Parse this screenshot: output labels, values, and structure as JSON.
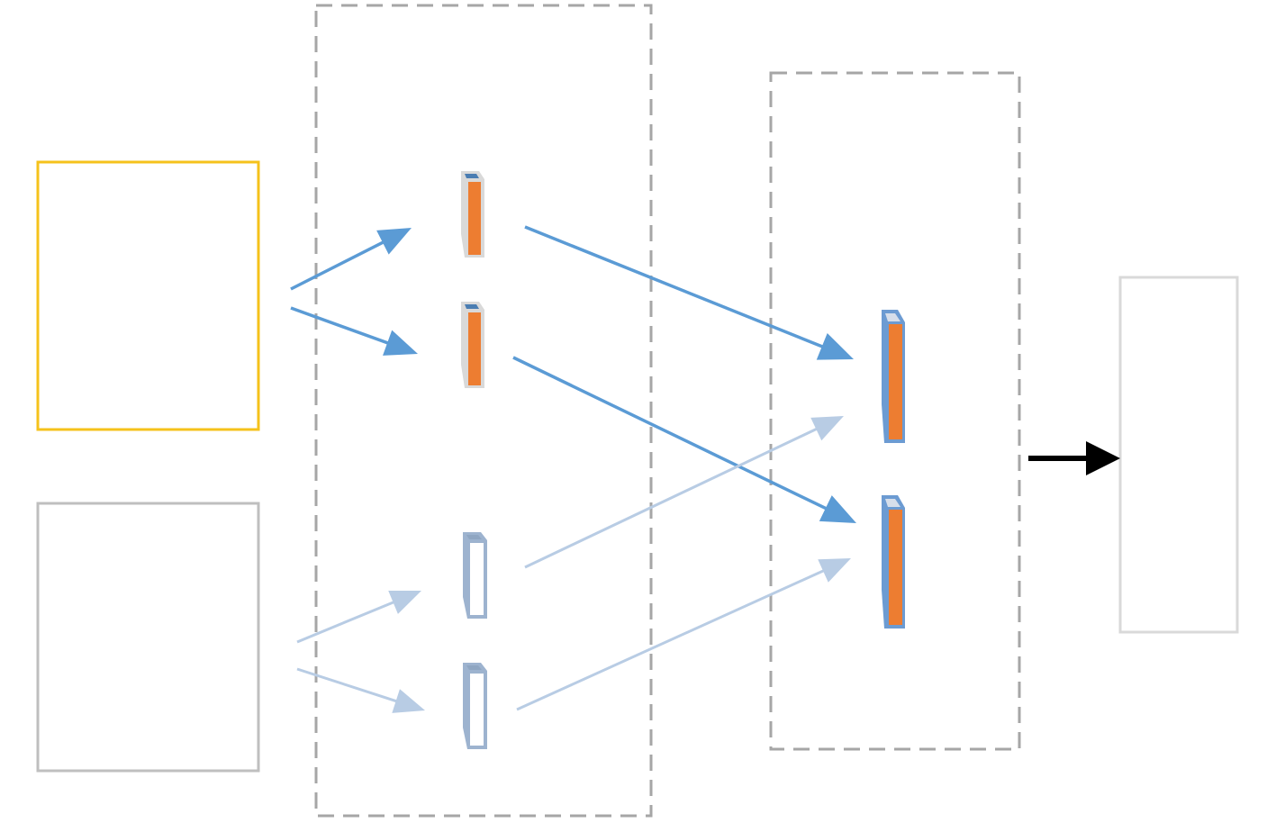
{
  "colors": {
    "active_input_border": "#F5C21B",
    "inactive_input_border": "#BFBFBF",
    "output_border": "#D9D9D9",
    "group_border": "#A6A6A6",
    "active_arrow": "#5B9BD5",
    "inactive_arrow": "#B8CCE4",
    "feature_fill": "#ED7D31",
    "feature_shell": "#D9D9D9",
    "feature_cap": "#4A7DB2",
    "inactive_feature_border": "#9DB3CF",
    "fused_border": "#6C9BD2",
    "fused_cap": "#D6DEEA",
    "output_arrow": "#000000"
  },
  "components": {
    "input_boxes": [
      {
        "name": "active-input-box",
        "state": "active"
      },
      {
        "name": "inactive-input-box",
        "state": "inactive"
      }
    ],
    "group_boxes": [
      {
        "name": "feature-extraction-group"
      },
      {
        "name": "fusion-group"
      }
    ],
    "feature_bars": [
      {
        "name": "active-feature-bar-1",
        "state": "active"
      },
      {
        "name": "active-feature-bar-2",
        "state": "active"
      },
      {
        "name": "inactive-feature-bar-1",
        "state": "inactive"
      },
      {
        "name": "inactive-feature-bar-2",
        "state": "inactive"
      }
    ],
    "fused_bars": [
      {
        "name": "fused-feature-bar-1"
      },
      {
        "name": "fused-feature-bar-2"
      }
    ],
    "output_box": {
      "name": "output-box"
    }
  }
}
